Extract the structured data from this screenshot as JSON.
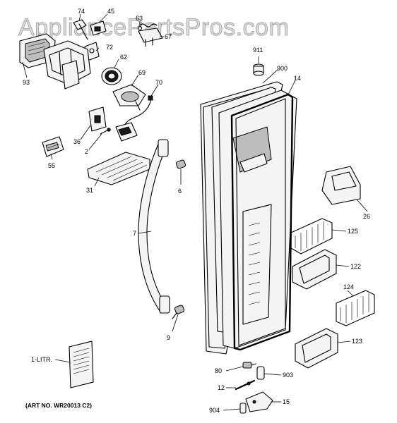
{
  "watermark": "AppliancePartsPros.com",
  "art_number": "(ART NO. WR20013 C2)",
  "labels": {
    "p74": "74",
    "p45": "45",
    "p63": "63",
    "p67": "67",
    "p72": "72",
    "p62": "62",
    "p93": "93",
    "p69": "69",
    "p70": "70",
    "p36": "36",
    "p2": "2",
    "p55": "55",
    "p31": "31",
    "p6": "6",
    "p7": "7",
    "p9": "9",
    "p911": "911",
    "p900": "900",
    "p14": "14",
    "p26": "26",
    "p125": "125",
    "p122": "122",
    "p124": "124",
    "p123": "123",
    "p80": "80",
    "p903": "903",
    "p12": "12",
    "p15": "15",
    "p904": "904",
    "litr": "1-LITR."
  }
}
